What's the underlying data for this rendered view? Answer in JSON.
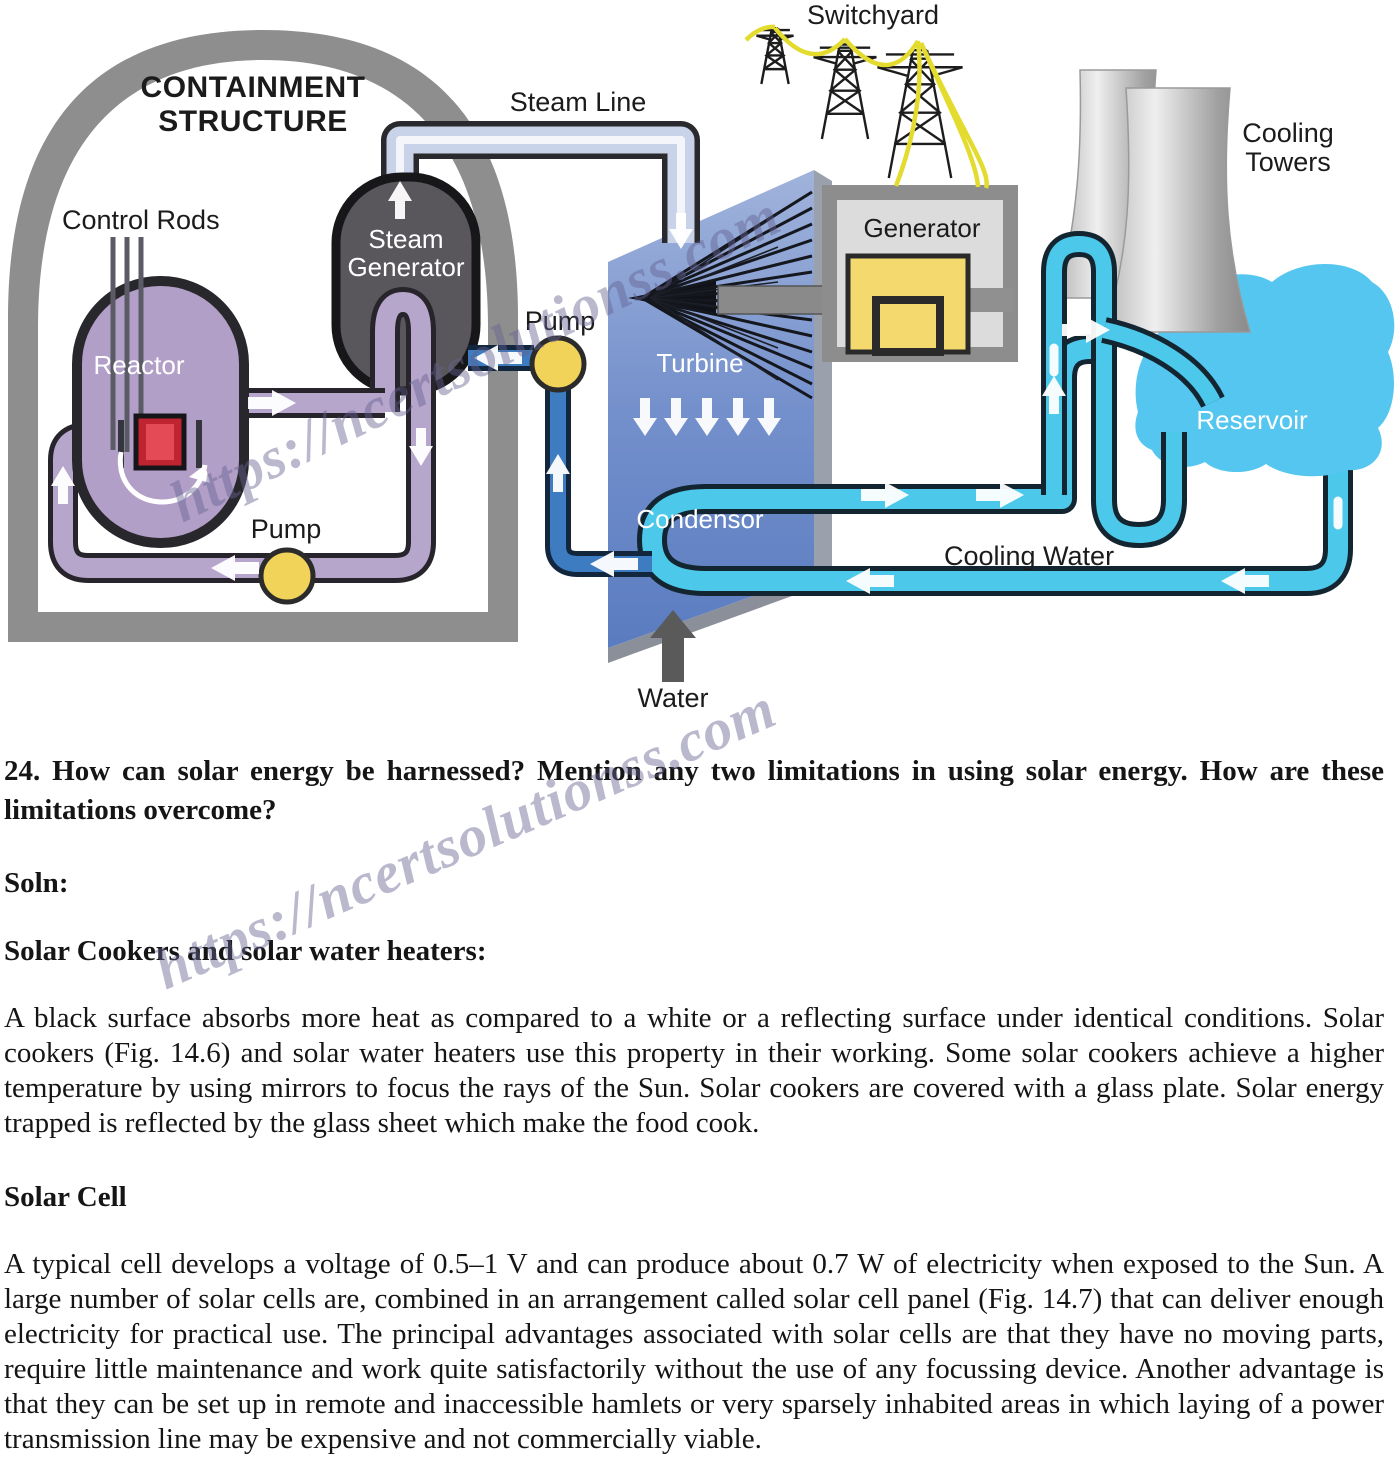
{
  "watermark": {
    "text": "https://ncertsolutionss.com",
    "color_hex": "#6462a0"
  },
  "diagram": {
    "labels": {
      "containment_1": "CONTAINMENT",
      "containment_2": "STRUCTURE",
      "control_rods": "Control Rods",
      "reactor": "Reactor",
      "steam_gen_1": "Steam",
      "steam_gen_2": "Generator",
      "steam_line": "Steam Line",
      "pump_upper": "Pump",
      "pump_lower": "Pump",
      "turbine": "Turbine",
      "condensor": "Condensor",
      "generator": "Generator",
      "switchyard": "Switchyard",
      "cooling_towers_1": "Cooling",
      "cooling_towers_2": "Towers",
      "reservoir": "Reservoir",
      "cooling_water": "Cooling Water",
      "water": "Water"
    },
    "colors": {
      "containment_gray": "#8e8e8e",
      "reactor_purple": "#b29fc8",
      "loop_pipe_lavender": "#b7a6cc",
      "steam_generator_gray": "#59565c",
      "steam_pipe_lavender": "#c8d2e8",
      "turbine_panel_blue": "#7490cc",
      "feedwater_blue": "#3d7cc0",
      "cooling_water_cyan": "#4cc8ea",
      "pump_yellow": "#f2d35a",
      "generator_yellow": "#f3d96e",
      "reservoir_blue": "#54c6ef",
      "wire_yellow": "#e3dc2e",
      "fuel_red": "#bf2430"
    }
  },
  "content": {
    "question": "24. How can solar energy be harnessed? Mention any two limitations in using solar energy. How are these limitations overcome?",
    "soln_label": "Soln:",
    "cookers_heading": "Solar Cookers and solar water heaters:",
    "cookers_para": "A black surface absorbs more heat as compared to a white or a reflecting surface under identical conditions. Solar cookers (Fig. 14.6) and solar water heaters use this property in their working. Some solar cookers achieve a higher temperature by using mirrors to focus the rays of the Sun. Solar cookers are covered with a glass plate. Solar energy trapped is reflected by the glass sheet which make the food cook.",
    "cell_heading": "Solar Cell",
    "cell_para": "A typical cell develops a voltage of 0.5–1 V and can produce about 0.7 W of electricity when exposed to the Sun. A large number of solar cells are, combined in an arrangement called solar cell panel (Fig. 14.7) that can deliver enough electricity for practical use. The principal advantages associated with solar cells are that they have no moving parts, require little maintenance and work quite satisfactorily without the use of any focussing device. Another advantage is that they can be set up in remote and inaccessible hamlets or very sparsely inhabited areas in which laying of a power transmission line may be expensive and not commercially viable."
  }
}
